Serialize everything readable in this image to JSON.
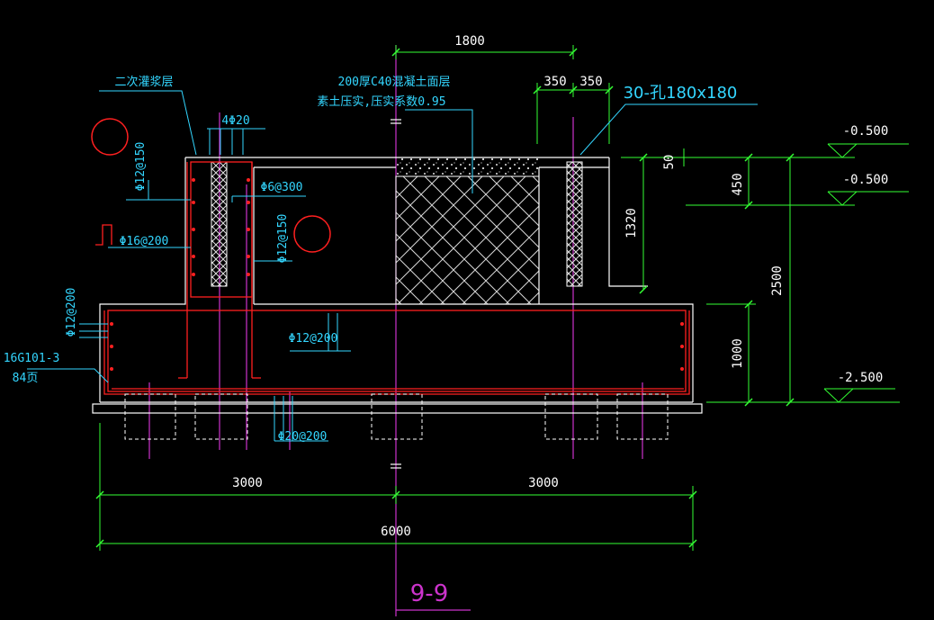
{
  "title": "9-9",
  "dimensions": {
    "top_width": "1800",
    "top_sub_left": "350",
    "top_sub_right": "350",
    "gap_50": "50",
    "depth_450": "450",
    "depth_1320": "1320",
    "total_2500": "2500",
    "base_1000": "1000",
    "bottom_left": "3000",
    "bottom_right": "3000",
    "bottom_total": "6000"
  },
  "elevations": {
    "top1": "-0.500",
    "top2": "-0.500",
    "bottom": "-2.500"
  },
  "annotations": {
    "grout_layer": "二次灌浆层",
    "concrete_top": "200厚C40混凝土面层",
    "soil_compact": "素土压实,压实系数0.95",
    "holes": "30-孔180x180",
    "top_rebar": "4Φ20",
    "rebar_left_vert": "Φ12@150",
    "rebar_stirrup": "Φ6@300",
    "rebar_left_hook": "Φ16@200",
    "rebar_mid_vert": "Φ12@150",
    "rebar_base_side": "Φ12@200",
    "rebar_base_mid": "Φ12@200",
    "rebar_bottom": "Φ20@200",
    "ref_code": "16G101-3",
    "ref_page": "84页"
  },
  "colors": {
    "background": "#000000",
    "outline": "#ffffff",
    "rebar": "#ff2020",
    "dimension": "#33ff33",
    "text": "#33d6ff",
    "centerline": "#cc33cc",
    "hatch": "#d8d8d8"
  }
}
